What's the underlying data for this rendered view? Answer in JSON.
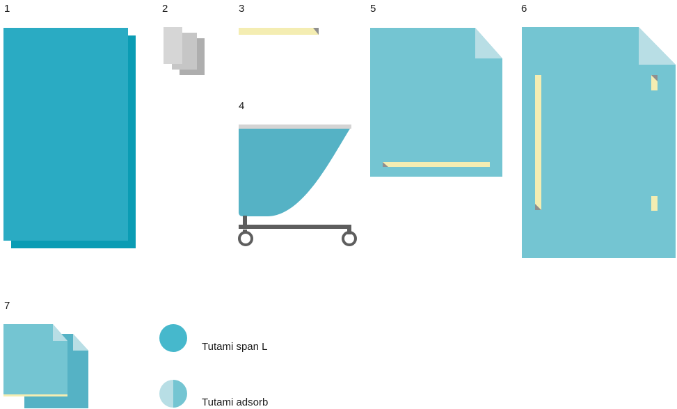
{
  "items": [
    {
      "number": "1"
    },
    {
      "number": "2"
    },
    {
      "number": "3"
    },
    {
      "number": "4"
    },
    {
      "number": "5"
    },
    {
      "number": "6"
    },
    {
      "number": "7"
    }
  ],
  "legend": [
    {
      "label": "Tutami span L",
      "icon": "full-circle-icon"
    },
    {
      "label": "Tutami adsorb",
      "icon": "half-circle-icon"
    }
  ],
  "colors": {
    "span_dark": "#2AABC3",
    "span_shadow": "#0A9CB4",
    "adsorb_light": "#74C5D2",
    "adsorb_fold": "#B8DEE5",
    "tape": "#F4EDB2",
    "tape_tab": "#8F8F8F",
    "table_gray": "#5E5E5E",
    "gauze_gray": "#BDBDBD",
    "drape_cover": "#55B2C5",
    "legend_full": "#46B8CC"
  }
}
